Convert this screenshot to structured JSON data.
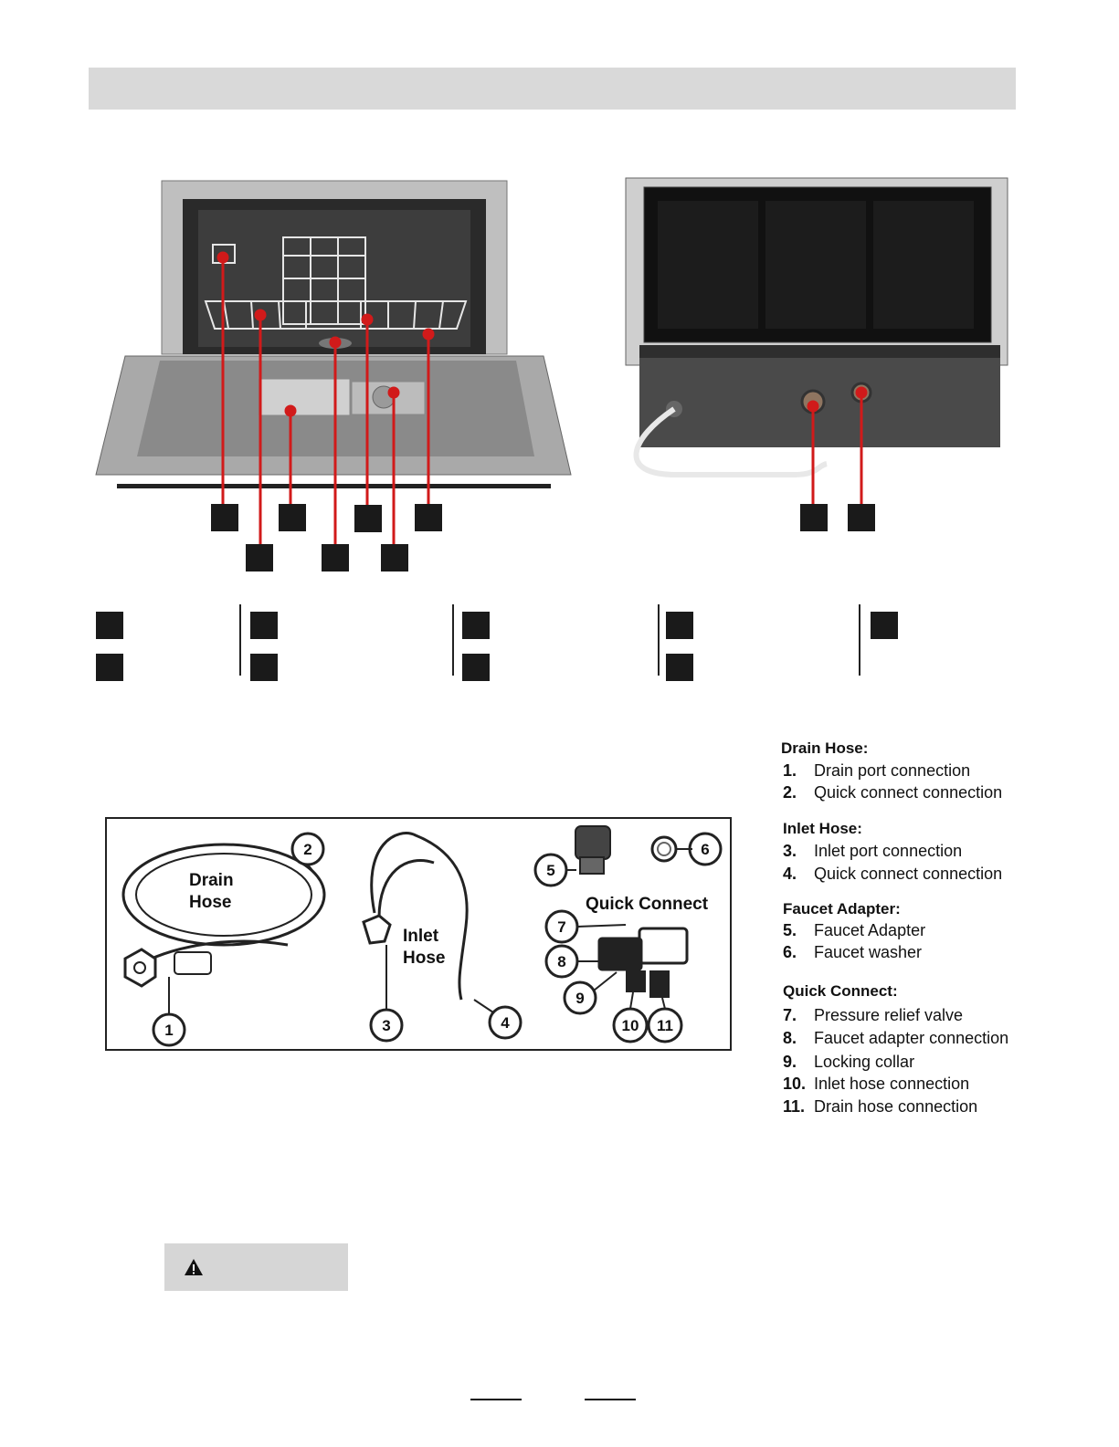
{
  "parts_list": [
    {
      "title": "Drain Hose:",
      "items": [
        {
          "num": "1.",
          "label": "Drain port connection"
        },
        {
          "num": "2.",
          "label": "Quick connect connection"
        }
      ]
    },
    {
      "title": "Inlet Hose:",
      "items": [
        {
          "num": "3.",
          "label": "Inlet port connection"
        },
        {
          "num": "4.",
          "label": "Quick connect connection"
        }
      ]
    },
    {
      "title": "Faucet Adapter:",
      "items": [
        {
          "num": "5.",
          "label": "Faucet Adapter"
        },
        {
          "num": "6.",
          "label": "Faucet washer"
        }
      ]
    },
    {
      "title": "Quick Connect:",
      "items": [
        {
          "num": "7.",
          "label": "Pressure relief valve"
        },
        {
          "num": "8.",
          "label": "Faucet adapter connection"
        },
        {
          "num": "9.",
          "label": "Locking collar"
        },
        {
          "num": "10.",
          "label": "Inlet hose connection"
        },
        {
          "num": "11.",
          "label": "Drain hose connection"
        }
      ]
    }
  ],
  "accessory_diagram": {
    "drain_hose_label": [
      "Drain",
      "Hose"
    ],
    "inlet_hose_label": [
      "Inlet",
      "Hose"
    ],
    "quick_connect_label": "Quick Connect",
    "callouts": [
      "1",
      "2",
      "3",
      "4",
      "5",
      "6",
      "7",
      "8",
      "9",
      "10",
      "11"
    ]
  },
  "colors": {
    "callout_line": "#d11a1a",
    "header_bar": "#d9d9d9",
    "warning_box": "#d6d6d6"
  },
  "icons": {
    "warning": "warning-triangle-icon"
  }
}
